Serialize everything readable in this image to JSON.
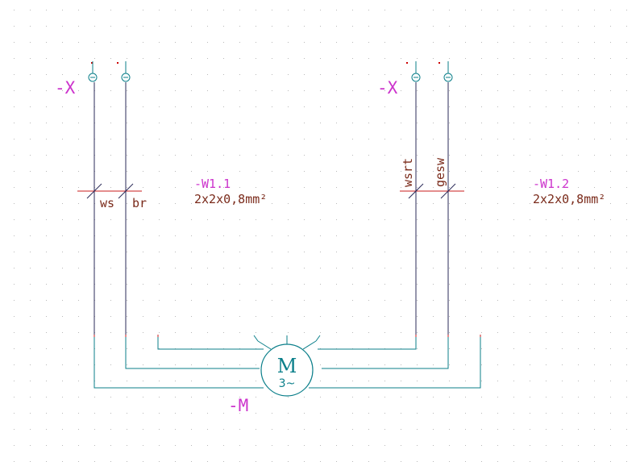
{
  "colors": {
    "background": "#ffffff",
    "grid_dot": "#b9b9b9",
    "wire_dark": "#2b2b5a",
    "wire_teal": "#0b7f8a",
    "cable_red": "#c81e1e",
    "label_magenta": "#cc33cc",
    "text_dark": "#7a2a1a",
    "terminal_marker": "#cc0000"
  },
  "terminals": {
    "left": {
      "label": "-X"
    },
    "right": {
      "label": "-X"
    }
  },
  "cables": {
    "w1_1": {
      "name": "-W1.1",
      "spec": "2x2x0,8mm²",
      "core_labels": [
        "ws",
        "br"
      ]
    },
    "w1_2": {
      "name": "-W1.2",
      "spec": "2x2x0,8mm²",
      "core_labels": [
        "wsrt",
        "gesw"
      ]
    }
  },
  "motor": {
    "label": "-M",
    "symbol": "M",
    "phases": "3~"
  }
}
